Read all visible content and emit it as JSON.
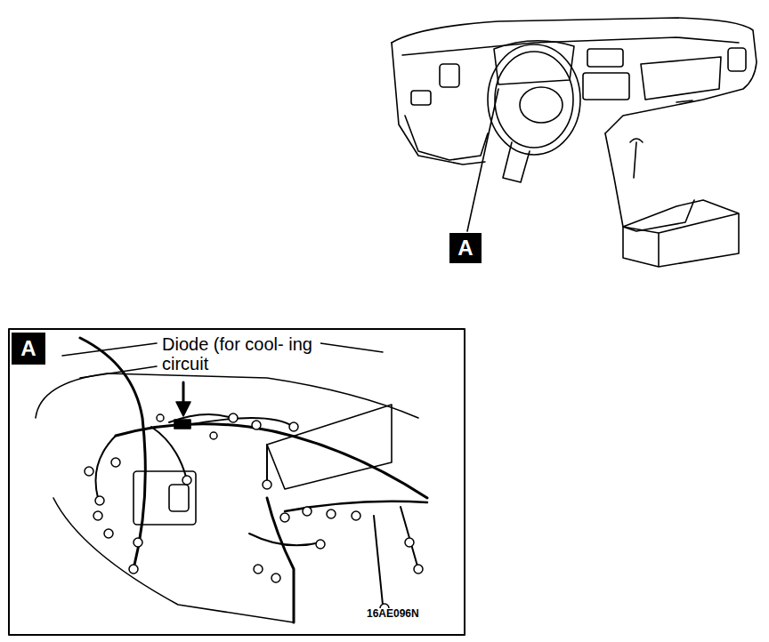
{
  "diagram": {
    "nodes": [
      {
        "text": [
          "A"
        ]
      },
      {
        "text": [
          "A"
        ]
      }
    ],
    "labels": [
      "Diode (for cool- ing circuit",
      "16AE096N"
    ]
  }
}
